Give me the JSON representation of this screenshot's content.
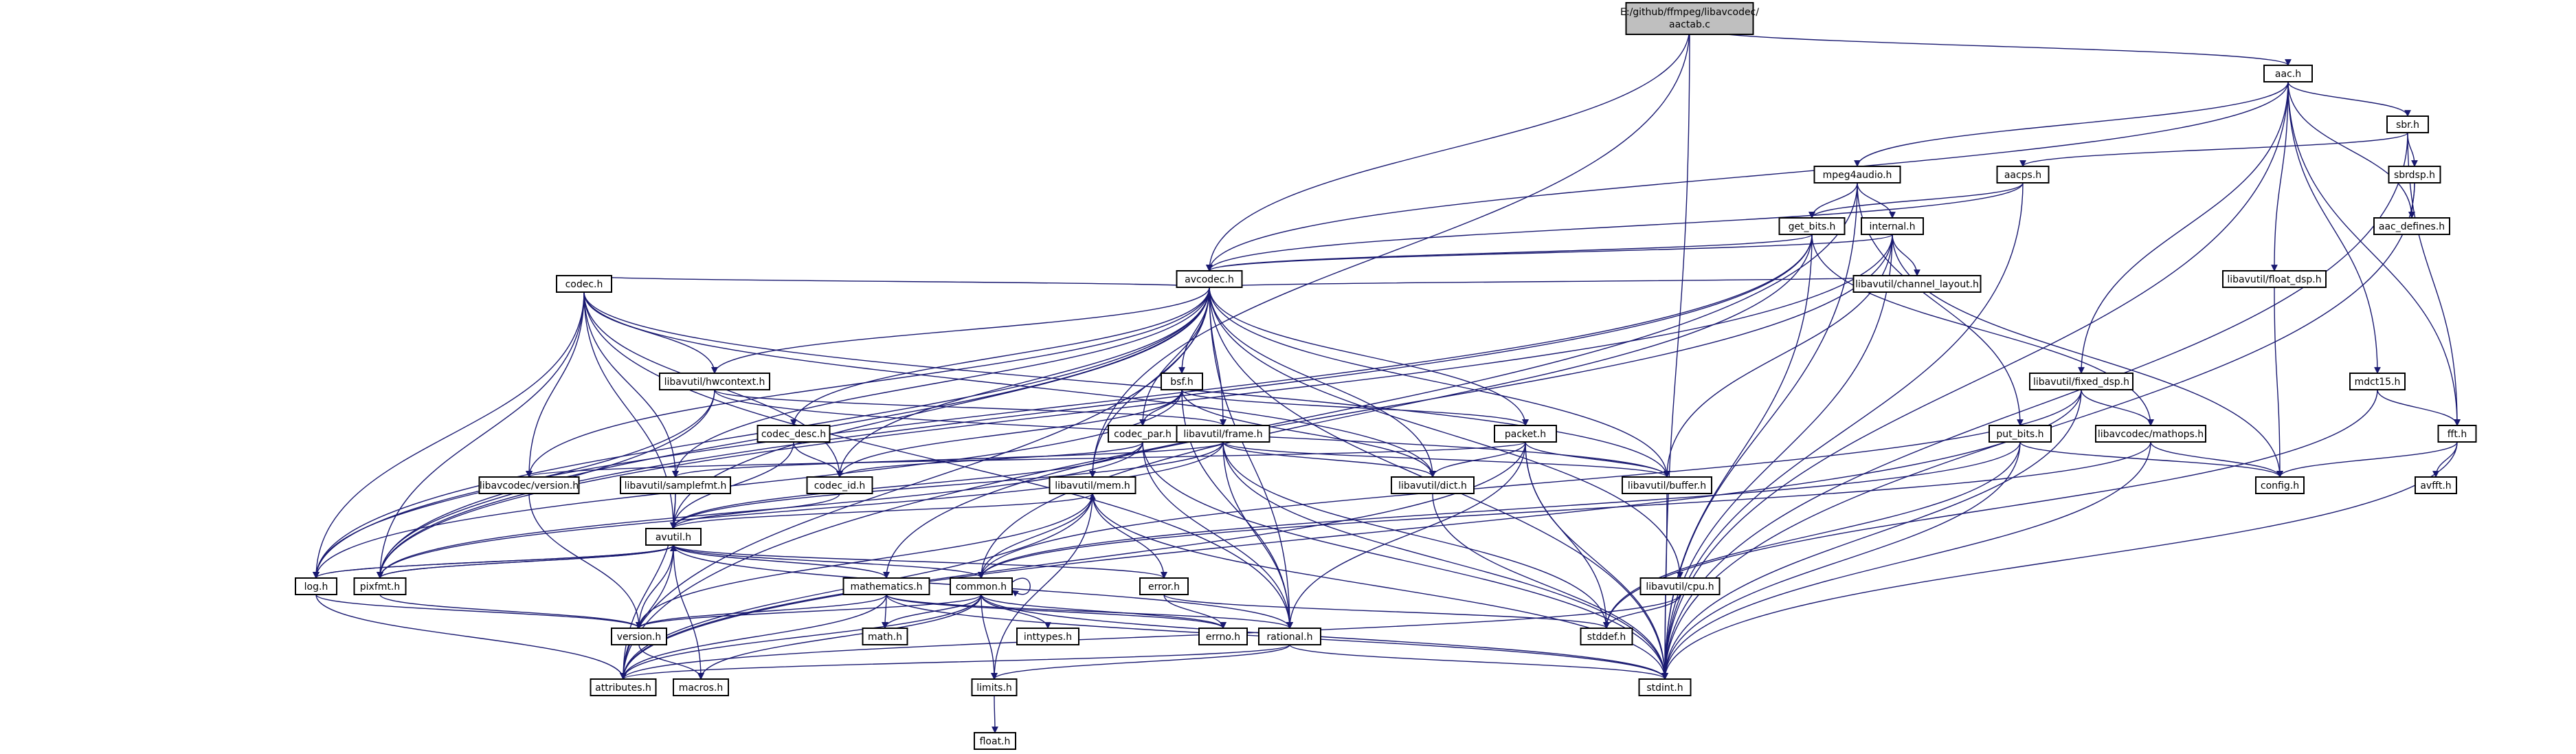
{
  "colors": {
    "edge": "#191970",
    "node_border": "#000000",
    "node_border_red": "#ff0000",
    "node_border_gray": "#bfbfbf",
    "node_fill": "#ffffff",
    "root_fill": "#bfbfbf",
    "text": "#000000"
  },
  "nodes": [
    {
      "id": "root",
      "label": "E:/github/ffmpeg/libavcodec/aactab.c",
      "style": "root"
    },
    {
      "id": "aac",
      "label": "aac.h",
      "style": "black"
    },
    {
      "id": "sbr",
      "label": "sbr.h",
      "style": "black"
    },
    {
      "id": "mpeg4audio",
      "label": "mpeg4audio.h",
      "style": "black"
    },
    {
      "id": "aacps",
      "label": "aacps.h",
      "style": "red"
    },
    {
      "id": "sbrdsp",
      "label": "sbrdsp.h",
      "style": "red"
    },
    {
      "id": "getbits",
      "label": "get_bits.h",
      "style": "red"
    },
    {
      "id": "internal",
      "label": "internal.h",
      "style": "black"
    },
    {
      "id": "aacdefines",
      "label": "aac_defines.h",
      "style": "black"
    },
    {
      "id": "avcodec",
      "label": "avcodec.h",
      "style": "black"
    },
    {
      "id": "floatdsp",
      "label": "libavutil/float_dsp.h",
      "style": "black"
    },
    {
      "id": "codec",
      "label": "codec.h",
      "style": "black"
    },
    {
      "id": "channellayout",
      "label": "libavutil/channel_layout.h",
      "style": "black"
    },
    {
      "id": "hwcontext",
      "label": "libavutil/hwcontext.h",
      "style": "black"
    },
    {
      "id": "bsf",
      "label": "bsf.h",
      "style": "black"
    },
    {
      "id": "fixeddsp",
      "label": "libavutil/fixed_dsp.h",
      "style": "black"
    },
    {
      "id": "mdct15",
      "label": "mdct15.h",
      "style": "black"
    },
    {
      "id": "codecdesc",
      "label": "codec_desc.h",
      "style": "black"
    },
    {
      "id": "codecpar",
      "label": "codec_par.h",
      "style": "black"
    },
    {
      "id": "frame",
      "label": "libavutil/frame.h",
      "style": "black"
    },
    {
      "id": "packet",
      "label": "packet.h",
      "style": "black"
    },
    {
      "id": "putbits",
      "label": "put_bits.h",
      "style": "red"
    },
    {
      "id": "mathops",
      "label": "libavcodec/mathops.h",
      "style": "red"
    },
    {
      "id": "fft",
      "label": "fft.h",
      "style": "black"
    },
    {
      "id": "lavcversion",
      "label": "libavcodec/version.h",
      "style": "black"
    },
    {
      "id": "codecid",
      "label": "codec_id.h",
      "style": "black"
    },
    {
      "id": "samplefmt",
      "label": "libavutil/samplefmt.h",
      "style": "black"
    },
    {
      "id": "mem",
      "label": "libavutil/mem.h",
      "style": "black"
    },
    {
      "id": "dict",
      "label": "libavutil/dict.h",
      "style": "black"
    },
    {
      "id": "buffer",
      "label": "libavutil/buffer.h",
      "style": "black"
    },
    {
      "id": "config",
      "label": "config.h",
      "style": "black"
    },
    {
      "id": "avfft",
      "label": "avfft.h",
      "style": "black"
    },
    {
      "id": "avutil",
      "label": "avutil.h",
      "style": "black"
    },
    {
      "id": "log",
      "label": "log.h",
      "style": "red"
    },
    {
      "id": "pixfmt",
      "label": "pixfmt.h",
      "style": "red"
    },
    {
      "id": "mathematics",
      "label": "mathematics.h",
      "style": "red"
    },
    {
      "id": "common",
      "label": "common.h",
      "style": "red"
    },
    {
      "id": "error",
      "label": "error.h",
      "style": "black"
    },
    {
      "id": "cpu",
      "label": "libavutil/cpu.h",
      "style": "black"
    },
    {
      "id": "version",
      "label": "version.h",
      "style": "black"
    },
    {
      "id": "math",
      "label": "math.h",
      "style": "gray"
    },
    {
      "id": "inttypes",
      "label": "inttypes.h",
      "style": "gray"
    },
    {
      "id": "errno",
      "label": "errno.h",
      "style": "gray"
    },
    {
      "id": "rational",
      "label": "rational.h",
      "style": "black"
    },
    {
      "id": "stddef",
      "label": "stddef.h",
      "style": "gray"
    },
    {
      "id": "attributes",
      "label": "attributes.h",
      "style": "black"
    },
    {
      "id": "macros",
      "label": "macros.h",
      "style": "black"
    },
    {
      "id": "limits",
      "label": "limits.h",
      "style": "gray"
    },
    {
      "id": "stdint",
      "label": "stdint.h",
      "style": "gray"
    },
    {
      "id": "float",
      "label": "float.h",
      "style": "gray"
    }
  ],
  "edges": [
    [
      "root",
      "aac"
    ],
    [
      "root",
      "mem"
    ],
    [
      "root",
      "stdint"
    ],
    [
      "root",
      "avcodec"
    ],
    [
      "aac",
      "sbr"
    ],
    [
      "aac",
      "mpeg4audio"
    ],
    [
      "aac",
      "avcodec"
    ],
    [
      "aac",
      "floatdsp"
    ],
    [
      "aac",
      "fixeddsp"
    ],
    [
      "aac",
      "mdct15"
    ],
    [
      "aac",
      "fft"
    ],
    [
      "aac",
      "aacdefines"
    ],
    [
      "aac",
      "stdint"
    ],
    [
      "sbr",
      "aacps"
    ],
    [
      "sbr",
      "sbrdsp"
    ],
    [
      "sbr",
      "fft"
    ],
    [
      "sbr",
      "stdint"
    ],
    [
      "sbrdsp",
      "aacdefines"
    ],
    [
      "sbrdsp",
      "stdint"
    ],
    [
      "aacps",
      "getbits"
    ],
    [
      "aacps",
      "avcodec"
    ],
    [
      "aacps",
      "stdint"
    ],
    [
      "mpeg4audio",
      "getbits"
    ],
    [
      "mpeg4audio",
      "internal"
    ],
    [
      "mpeg4audio",
      "putbits"
    ],
    [
      "mpeg4audio",
      "attributes"
    ],
    [
      "mpeg4audio",
      "stdint"
    ],
    [
      "getbits",
      "avcodec"
    ],
    [
      "getbits",
      "mathops"
    ],
    [
      "getbits",
      "log"
    ],
    [
      "getbits",
      "common"
    ],
    [
      "getbits",
      "stdint"
    ],
    [
      "getbits",
      "pixfmt"
    ],
    [
      "internal",
      "avcodec"
    ],
    [
      "internal",
      "channellayout"
    ],
    [
      "internal",
      "buffer"
    ],
    [
      "internal",
      "mathematics"
    ],
    [
      "internal",
      "pixfmt"
    ],
    [
      "internal",
      "config"
    ],
    [
      "internal",
      "stdint"
    ],
    [
      "avcodec",
      "codec"
    ],
    [
      "avcodec",
      "channellayout"
    ],
    [
      "avcodec",
      "hwcontext"
    ],
    [
      "avcodec",
      "bsf"
    ],
    [
      "avcodec",
      "codecdesc"
    ],
    [
      "avcodec",
      "codecpar"
    ],
    [
      "avcodec",
      "frame"
    ],
    [
      "avcodec",
      "packet"
    ],
    [
      "avcodec",
      "lavcversion"
    ],
    [
      "avcodec",
      "codecid"
    ],
    [
      "avcodec",
      "samplefmt"
    ],
    [
      "avcodec",
      "avutil"
    ],
    [
      "avcodec",
      "dict"
    ],
    [
      "avcodec",
      "buffer"
    ],
    [
      "avcodec",
      "cpu"
    ],
    [
      "avcodec",
      "rational"
    ],
    [
      "avcodec",
      "log"
    ],
    [
      "avcodec",
      "pixfmt"
    ],
    [
      "avcodec",
      "attributes"
    ],
    [
      "avcodec",
      "mem"
    ],
    [
      "avcodec",
      "stdint"
    ],
    [
      "codec",
      "hwcontext"
    ],
    [
      "codec",
      "lavcversion"
    ],
    [
      "codec",
      "codecid"
    ],
    [
      "codec",
      "samplefmt"
    ],
    [
      "codec",
      "avutil"
    ],
    [
      "codec",
      "buffer"
    ],
    [
      "codec",
      "dict"
    ],
    [
      "codec",
      "log"
    ],
    [
      "codec",
      "pixfmt"
    ],
    [
      "codec",
      "rational"
    ],
    [
      "hwcontext",
      "frame"
    ],
    [
      "hwcontext",
      "buffer"
    ],
    [
      "hwcontext",
      "log"
    ],
    [
      "hwcontext",
      "pixfmt"
    ],
    [
      "bsf",
      "codecid"
    ],
    [
      "bsf",
      "codecpar"
    ],
    [
      "bsf",
      "packet"
    ],
    [
      "bsf",
      "dict"
    ],
    [
      "bsf",
      "log"
    ],
    [
      "bsf",
      "rational"
    ],
    [
      "floatdsp",
      "config"
    ],
    [
      "fixeddsp",
      "mathops"
    ],
    [
      "fixeddsp",
      "common"
    ],
    [
      "fixeddsp",
      "attributes"
    ],
    [
      "fixeddsp",
      "stdint"
    ],
    [
      "mdct15",
      "fft"
    ],
    [
      "mdct15",
      "stddef"
    ],
    [
      "codecdesc",
      "codecid"
    ],
    [
      "codecdesc",
      "avutil"
    ],
    [
      "codecpar",
      "codecid"
    ],
    [
      "codecpar",
      "avutil"
    ],
    [
      "codecpar",
      "rational"
    ],
    [
      "codecpar",
      "pixfmt"
    ],
    [
      "codecpar",
      "stdint"
    ],
    [
      "frame",
      "avutil"
    ],
    [
      "frame",
      "buffer"
    ],
    [
      "frame",
      "dict"
    ],
    [
      "frame",
      "rational"
    ],
    [
      "frame",
      "samplefmt"
    ],
    [
      "frame",
      "pixfmt"
    ],
    [
      "frame",
      "stddef"
    ],
    [
      "frame",
      "stdint"
    ],
    [
      "packet",
      "buffer"
    ],
    [
      "packet",
      "dict"
    ],
    [
      "packet",
      "rational"
    ],
    [
      "packet",
      "attributes"
    ],
    [
      "packet",
      "stddef"
    ],
    [
      "packet",
      "stdint"
    ],
    [
      "packet",
      "lavcversion"
    ],
    [
      "putbits",
      "config"
    ],
    [
      "putbits",
      "stdint"
    ],
    [
      "putbits",
      "stddef"
    ],
    [
      "putbits",
      "common"
    ],
    [
      "mathops",
      "config"
    ],
    [
      "mathops",
      "common"
    ],
    [
      "mathops",
      "stdint"
    ],
    [
      "fft",
      "avfft"
    ],
    [
      "fft",
      "config"
    ],
    [
      "fft",
      "stdint"
    ],
    [
      "lavcversion",
      "version"
    ],
    [
      "codecid",
      "avutil"
    ],
    [
      "samplefmt",
      "avutil"
    ],
    [
      "samplefmt",
      "attributes"
    ],
    [
      "mem",
      "attributes"
    ],
    [
      "mem",
      "error"
    ],
    [
      "mem",
      "avutil"
    ],
    [
      "mem",
      "limits"
    ],
    [
      "mem",
      "stdint"
    ],
    [
      "mem",
      "version"
    ],
    [
      "dict",
      "stdint"
    ],
    [
      "buffer",
      "stdint"
    ],
    [
      "avutil",
      "log"
    ],
    [
      "avutil",
      "pixfmt"
    ],
    [
      "avutil",
      "mathematics"
    ],
    [
      "avutil",
      "common"
    ],
    [
      "avutil",
      "error"
    ],
    [
      "avutil",
      "rational"
    ],
    [
      "avutil",
      "version"
    ],
    [
      "avutil",
      "macros"
    ],
    [
      "avutil",
      "attributes"
    ],
    [
      "log",
      "avutil"
    ],
    [
      "log",
      "attributes"
    ],
    [
      "log",
      "version"
    ],
    [
      "pixfmt",
      "avutil"
    ],
    [
      "pixfmt",
      "version"
    ],
    [
      "mathematics",
      "errno"
    ],
    [
      "mathematics",
      "math"
    ],
    [
      "mathematics",
      "stdint"
    ],
    [
      "mathematics",
      "attributes"
    ],
    [
      "mathematics",
      "rational"
    ],
    [
      "mathematics",
      "version"
    ],
    [
      "common",
      "errno"
    ],
    [
      "common",
      "inttypes"
    ],
    [
      "common",
      "limits"
    ],
    [
      "common",
      "math"
    ],
    [
      "common",
      "stdint"
    ],
    [
      "common",
      "attributes"
    ],
    [
      "common",
      "macros"
    ],
    [
      "common",
      "version"
    ],
    [
      "common",
      "mem"
    ],
    [
      "common",
      "common"
    ],
    [
      "error",
      "errno"
    ],
    [
      "error",
      "stddef"
    ],
    [
      "cpu",
      "stddef"
    ],
    [
      "cpu",
      "attributes"
    ],
    [
      "rational",
      "attributes"
    ],
    [
      "rational",
      "limits"
    ],
    [
      "rational",
      "stdint"
    ],
    [
      "version",
      "macros"
    ],
    [
      "limits",
      "float"
    ]
  ]
}
